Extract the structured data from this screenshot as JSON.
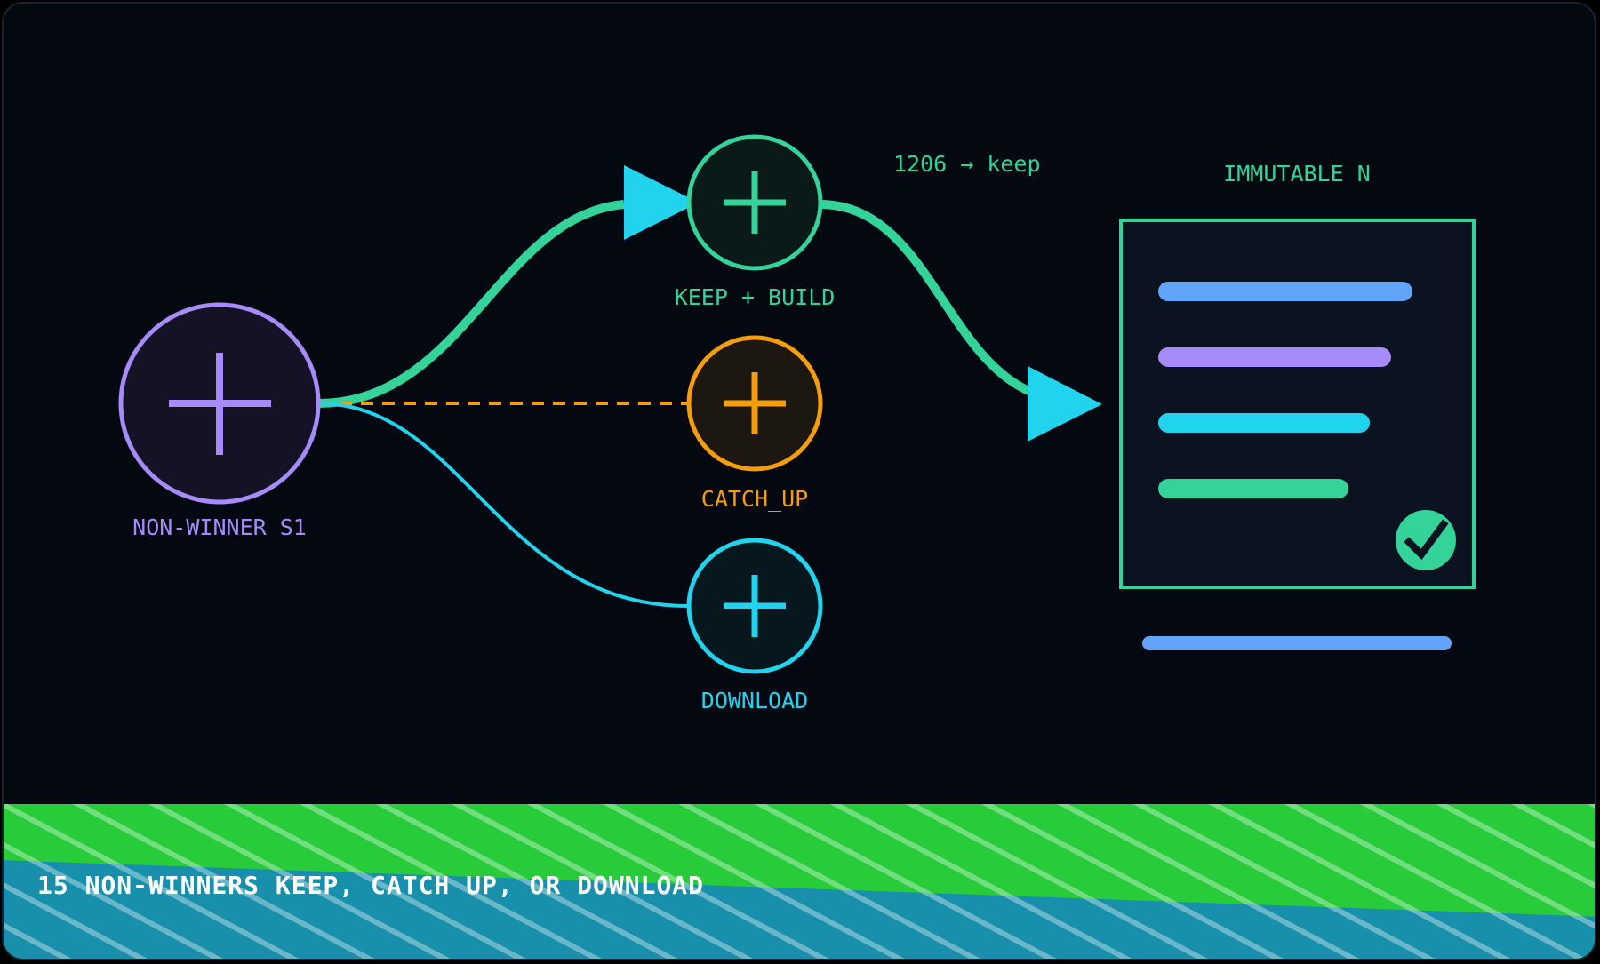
{
  "diagram": {
    "source_node": {
      "label": "NON-WINNER S1",
      "color": "#a78bfa",
      "fill": "#141224"
    },
    "outcomes": [
      {
        "id": "keep",
        "label": "KEEP + BUILD",
        "color": "#34d399",
        "fill": "#0a1a18"
      },
      {
        "id": "catch_up",
        "label": "CATCH_UP",
        "color": "#f59e0b",
        "fill": "#1c1710"
      },
      {
        "id": "download",
        "label": "DOWNLOAD",
        "color": "#22d3ee",
        "fill": "#07171e"
      }
    ],
    "edge_annotation": "1206 → keep",
    "arrow_color": "#22d3ee",
    "target": {
      "title": "IMMUTABLE N",
      "border_color": "#34d399",
      "line_colors": [
        "#60a5fa",
        "#a78bfa",
        "#22d3ee",
        "#34d399"
      ],
      "check_icon": "check-circle-icon",
      "underline_color": "#60a5fa"
    }
  },
  "banner": {
    "text": "15 NON-WINNERS KEEP, CATCH UP, OR DOWNLOAD",
    "color_top": "#28cc3a",
    "color_bottom": "#1890ab"
  }
}
